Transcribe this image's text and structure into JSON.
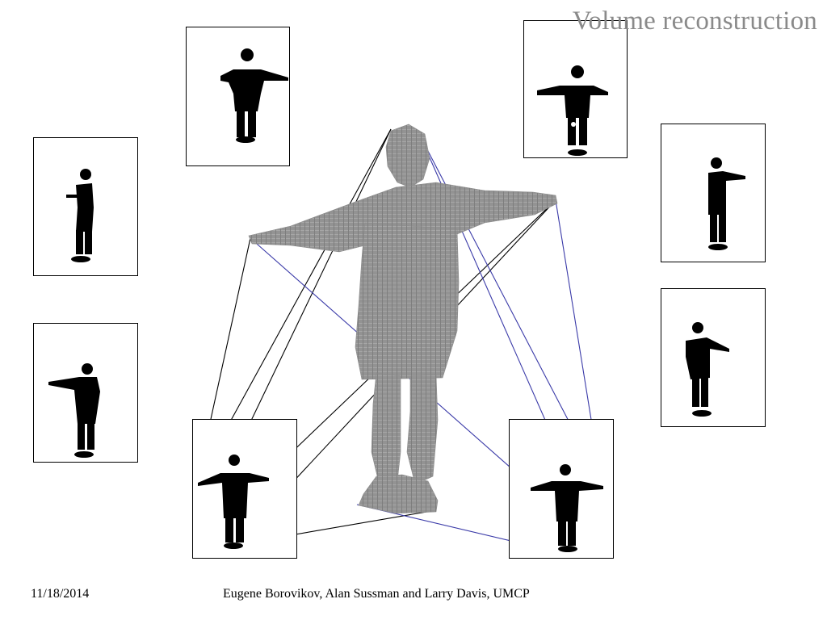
{
  "slide": {
    "title": "Volume reconstruction",
    "date": "11/18/2014",
    "authors": "Eugene Borovikov, Alan Sussman and Larry Davis, UMCP"
  },
  "colors": {
    "title_gray": "#8a8a8a",
    "silhouette": "#000000",
    "voxel_model": "#8e8e8e",
    "projection_black": "#000000",
    "projection_blue": "#3333aa"
  },
  "figure": {
    "silhouette_views": [
      "top-left",
      "top-center",
      "left-upper",
      "left-lower",
      "bottom-left",
      "bottom-right",
      "top-right",
      "right-upper",
      "right-lower"
    ],
    "voxel_model_icon": "voxel-human-icon"
  }
}
